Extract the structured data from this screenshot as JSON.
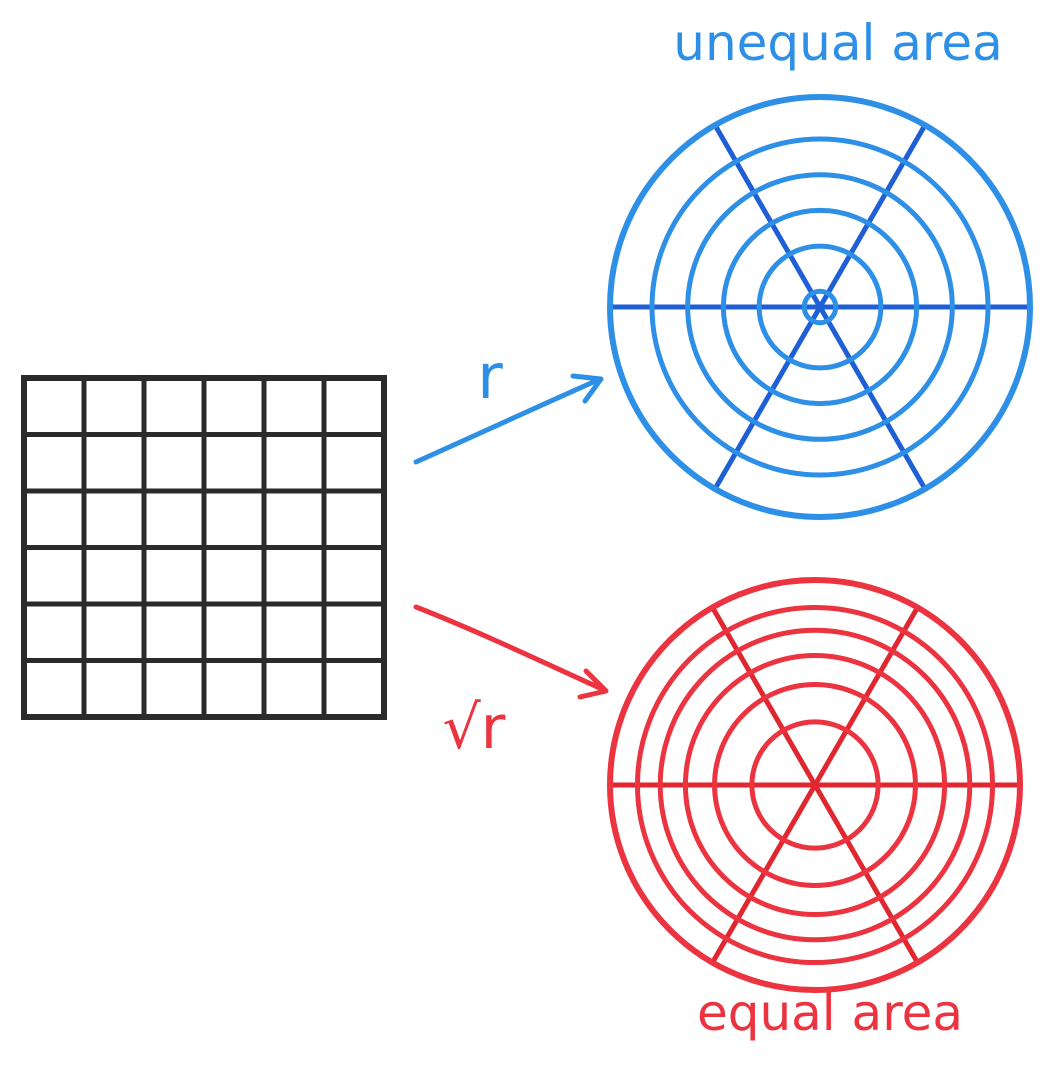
{
  "labels": {
    "top_title": "unequal area",
    "bottom_title": "equal area",
    "arrow_top": "r",
    "arrow_bottom_radical": "√",
    "arrow_bottom_var": "r"
  },
  "grid": {
    "cells_per_side": 6
  },
  "disk_unequal": {
    "ring_radii_fraction": [
      0.075,
      0.29,
      0.46,
      0.63,
      0.8,
      1.0
    ],
    "spokes": 6
  },
  "disk_equal": {
    "ring_radii_fraction": [
      0.308,
      0.49,
      0.632,
      0.755,
      0.866,
      1.0
    ],
    "spokes": 6
  },
  "colors": {
    "grid": "#2b2b2b",
    "blue": "#2e8fe6",
    "blue_dark": "#1f5fd6",
    "red": "#ec3340",
    "red_dark": "#e0262f"
  }
}
